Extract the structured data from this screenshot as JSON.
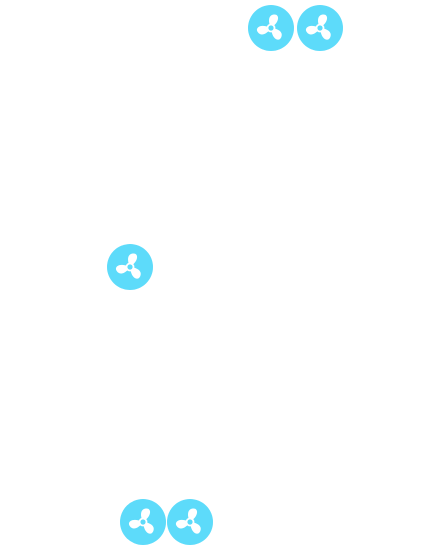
{
  "theme": {
    "fan_color": "#5DDBFA",
    "blade_color": "#FFFFFF"
  },
  "fans": [
    {
      "id": "fan-a",
      "icon": "fan-icon",
      "group": "top-pair"
    },
    {
      "id": "fan-b",
      "icon": "fan-icon",
      "group": "top-pair"
    },
    {
      "id": "fan-c",
      "icon": "fan-icon",
      "group": "single"
    },
    {
      "id": "fan-d",
      "icon": "fan-icon",
      "group": "bottom-pair"
    },
    {
      "id": "fan-e",
      "icon": "fan-icon",
      "group": "bottom-pair"
    }
  ]
}
